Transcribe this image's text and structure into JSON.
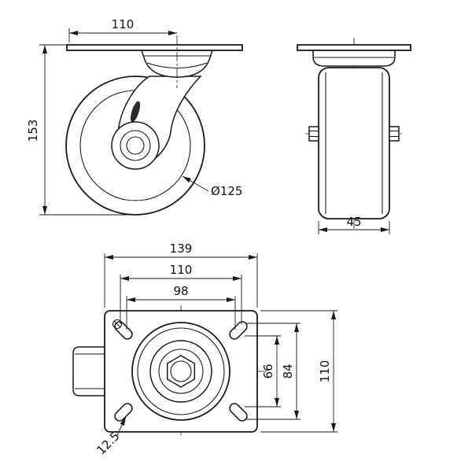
{
  "drawing": {
    "side_view": {
      "top_width": "110",
      "overall_height": "153",
      "wheel_diameter": "Ø125"
    },
    "front_view": {
      "wheel_width": "45"
    },
    "plan_view": {
      "plate_length": "139",
      "bolt_spacing_long_max": "110",
      "bolt_spacing_long_min": "98",
      "bolt_spacing_short_min": "66",
      "bolt_spacing_short_max": "84",
      "plate_width": "110",
      "slot_width": "12.5"
    }
  }
}
